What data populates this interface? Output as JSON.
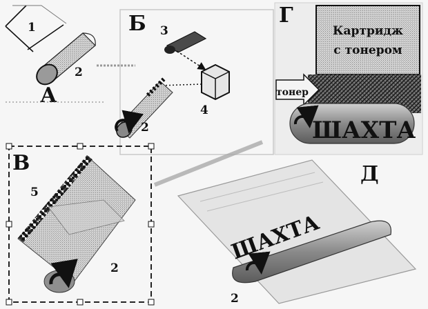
{
  "panels": {
    "a": "А",
    "b": "Б",
    "v": "В",
    "g": "Г",
    "d": "Д"
  },
  "parts": {
    "n1": "1",
    "n2_a": "2",
    "n3": "3",
    "n4": "4",
    "n2_b": "2",
    "n5": "5",
    "n2_v": "2",
    "n2_d": "2"
  },
  "cartridge": {
    "line1": "Картридж",
    "line2": "с тонером"
  },
  "toner_label": "тонер",
  "drum_word_g": "ШАХТА",
  "drum_word_d": "ШАХТА",
  "colors": {
    "ink": "#111111",
    "drum": "#9a9a9a",
    "cartridge": "#bdbdbd",
    "paper": "#e2e2e2"
  }
}
